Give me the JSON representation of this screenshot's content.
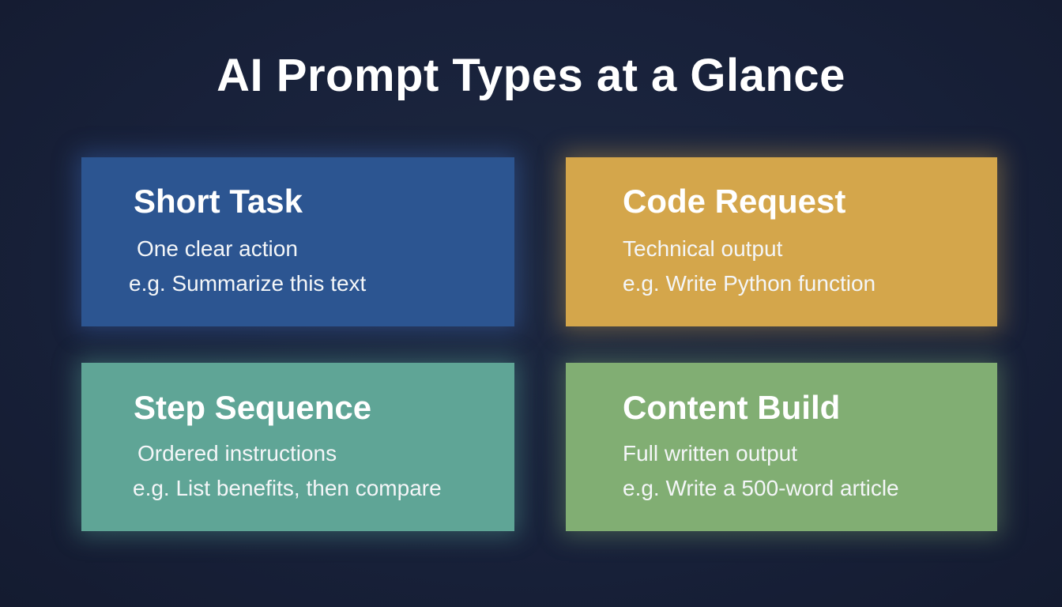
{
  "title": "AI Prompt Types at a Glance",
  "cards": [
    {
      "title": "Short Task",
      "description": "One clear action",
      "example": "e.g. Summarize this text",
      "color": "#2c5591",
      "glow": "rgba(70,120,210,0.35)"
    },
    {
      "title": "Code Request",
      "description": "Technical output",
      "example": "e.g. Write Python function",
      "color": "#d4a64b",
      "glow": "rgba(230,180,80,0.35)"
    },
    {
      "title": "Step Sequence",
      "description": "Ordered instructions",
      "example": "e.g. List benefits, then compare",
      "color": "#5fa596",
      "glow": "rgba(100,190,170,0.35)"
    },
    {
      "title": "Content Build",
      "description": "Full written output",
      "example": "e.g. Write a 500-word article",
      "color": "#81ae73",
      "glow": "rgba(140,190,120,0.35)"
    }
  ]
}
